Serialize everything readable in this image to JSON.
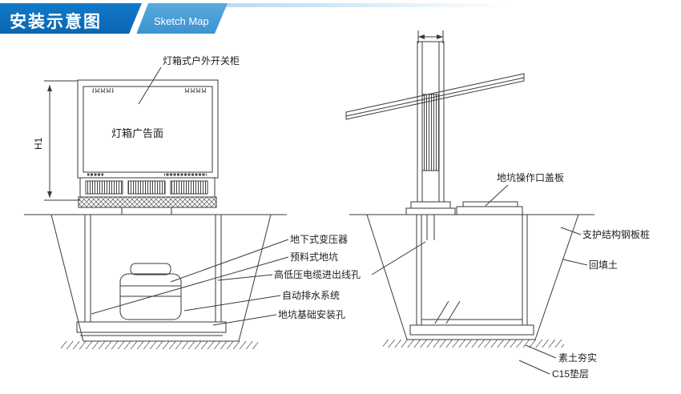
{
  "header": {
    "title": "安装示意图",
    "subtitle": "Sketch Map"
  },
  "labels": {
    "switch_cabinet": "灯箱式户外开关柜",
    "ad_face": "灯箱广告面",
    "h1_dim": "H1",
    "pit_cover": "地坑操作口盖板",
    "transformer": "地下式变压器",
    "prefab_pit": "预料式地坑",
    "cable_holes": "高低压电缆进出线孔",
    "drainage": "自动排水系统",
    "foundation_holes": "地坑基础安装孔",
    "steel_piles": "支护结构钢板桩",
    "backfill": "回填土",
    "compacted_soil": "素土夯实",
    "c15_layer": "C15垫层"
  },
  "colors": {
    "header_dark_blue": "#0a66b2",
    "header_light_blue": "#4aa0d8",
    "line_color": "#3a3a3a"
  }
}
